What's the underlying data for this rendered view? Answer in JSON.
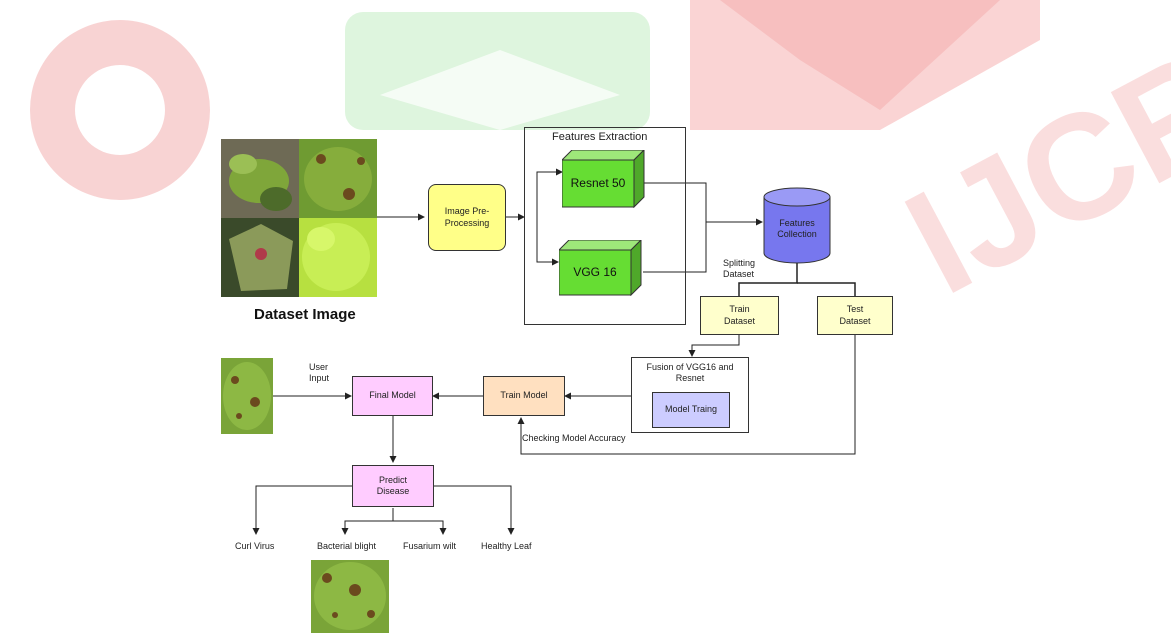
{
  "nodes": {
    "preprocessing": "Image Pre-\nProcessing",
    "features_extraction_title": "Features Extraction",
    "resnet": "Resnet 50",
    "vgg": "VGG 16",
    "features_collection": "Features\nCollection",
    "splitting": "Splitting\nDataset",
    "train_dataset": "Train\nDataset",
    "test_dataset": "Test\nDataset",
    "fusion_title": "Fusion of VGG16 and\nResnet",
    "model_training": "Model Traing",
    "train_model": "Train Model",
    "final_model": "Final Model",
    "user_input": "User\nInput",
    "predict_disease": "Predict\nDisease",
    "checking_accuracy": "Checking Model Accuracy",
    "dataset_image": "Dataset Image"
  },
  "outputs": [
    "Curl Virus",
    "Bacterial blight",
    "Fusarium wilt",
    "Healthy Leaf"
  ],
  "watermark": "IJCRT",
  "colors": {
    "yellow": "#ffff88",
    "green": "#66dd33",
    "blue": "#7777ee",
    "cream": "#ffffcc",
    "lavender": "#ccccff",
    "peach": "#ffe0c0",
    "pink": "#ffccff"
  }
}
